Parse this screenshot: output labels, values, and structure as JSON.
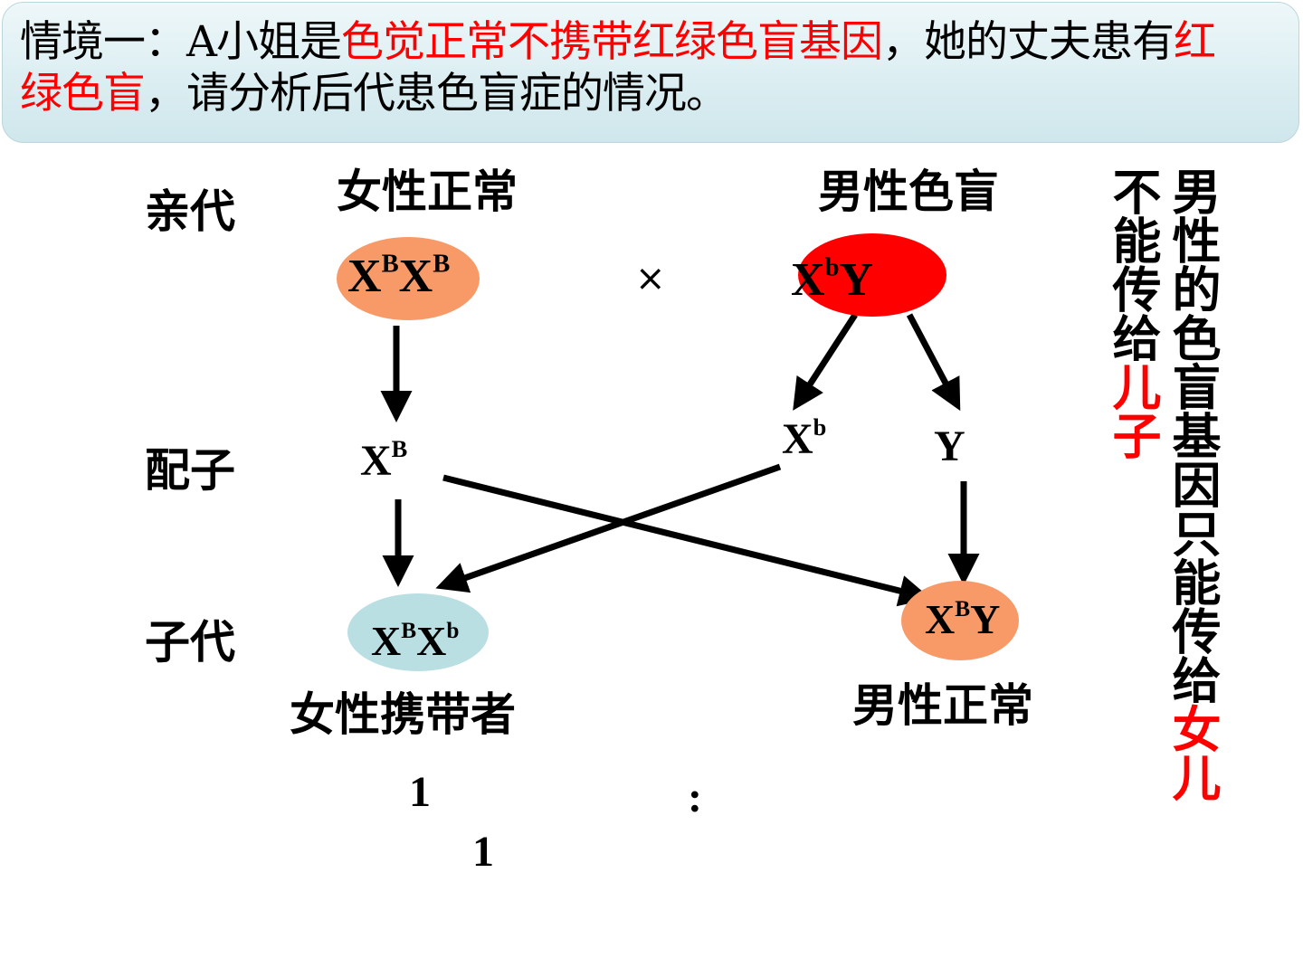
{
  "banner": {
    "line1": {
      "part1": "情境一：A小姐是",
      "part2_red": "色觉正常不携带红绿色盲基因",
      "part3": "，她的丈夫患有",
      "part4_red": "红"
    },
    "line2": {
      "part1_red": "绿色盲",
      "part2": "，请分析后代患色盲症的情况。"
    }
  },
  "labels": {
    "parent_generation": "亲代",
    "gamete": "配子",
    "offspring": "子代",
    "female_normal": "女性正常",
    "male_colorblind": "男性色盲",
    "female_carrier": "女性携带者",
    "male_normal": "男性正常",
    "cross": "×"
  },
  "genotypes": {
    "mother": {
      "a": "X",
      "a_sup": "B",
      "b": "X",
      "b_sup": "B"
    },
    "father": {
      "a": "X",
      "a_sup": "b",
      "b": "Y"
    },
    "gamete_mother": {
      "a": "X",
      "a_sup": "B"
    },
    "gamete_father_x": {
      "a": "X",
      "a_sup": "b"
    },
    "gamete_father_y": {
      "a": "Y"
    },
    "daughter": {
      "a": "X",
      "a_sup": "B",
      "b": "X",
      "b_sup": "b"
    },
    "son": {
      "a": "X",
      "a_sup": "B",
      "b": "Y"
    }
  },
  "ratio": {
    "left": "1",
    "colon": ":",
    "right": "1"
  },
  "side_note": {
    "col1_black": "男性的色盲基因只能传给",
    "col1_red": "女儿",
    "col2_black": "不能传给",
    "col2_red": "儿子"
  },
  "colors": {
    "banner_bg": "#dceef2",
    "red": "#ff0000",
    "orange_ellipse": "#f79a68",
    "red_ellipse": "#ff0000",
    "teal_ellipse": "#b9dfe3",
    "arrow": "#000000"
  }
}
